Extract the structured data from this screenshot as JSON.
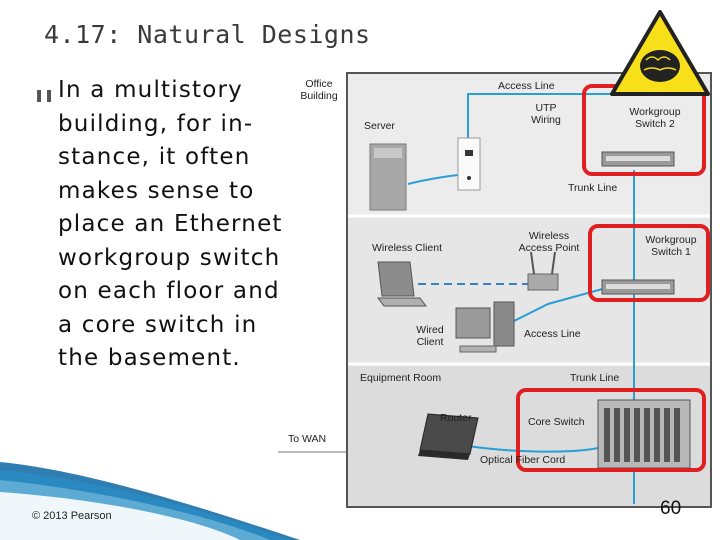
{
  "slide": {
    "title": "4.17: Natural Designs",
    "bullet_text": "In a multistory building, for in-stance, it often makes sense to place an Ethernet workgroup switch on each floor and a core switch in the basement.",
    "footer": "© 2013 Pearson",
    "page_number": "60"
  },
  "diagram": {
    "office_building": "Office Building",
    "access_line_top": "Access Line",
    "utp_wiring": "UTP Wiring",
    "server": "Server",
    "workgroup_switch_2": "Workgroup Switch 2",
    "trunk_line_top": "Trunk Line",
    "wireless_client": "Wireless Client",
    "wireless_access_point": "Wireless Access Point",
    "workgroup_switch_1": "Workgroup Switch 1",
    "wired_client": "Wired Client",
    "access_line_mid": "Access Line",
    "equipment_room": "Equipment Room",
    "trunk_line_bottom": "Trunk Line",
    "router": "Router",
    "core_switch": "Core Switch",
    "to_wan": "To WAN",
    "optical_fiber_cord": "Optical Fiber Cord"
  },
  "colors": {
    "highlight": "#e02020",
    "cable": "#2a9fd6",
    "wireless_dash": "#3a7fc4",
    "warning_yellow": "#f7e01a"
  }
}
